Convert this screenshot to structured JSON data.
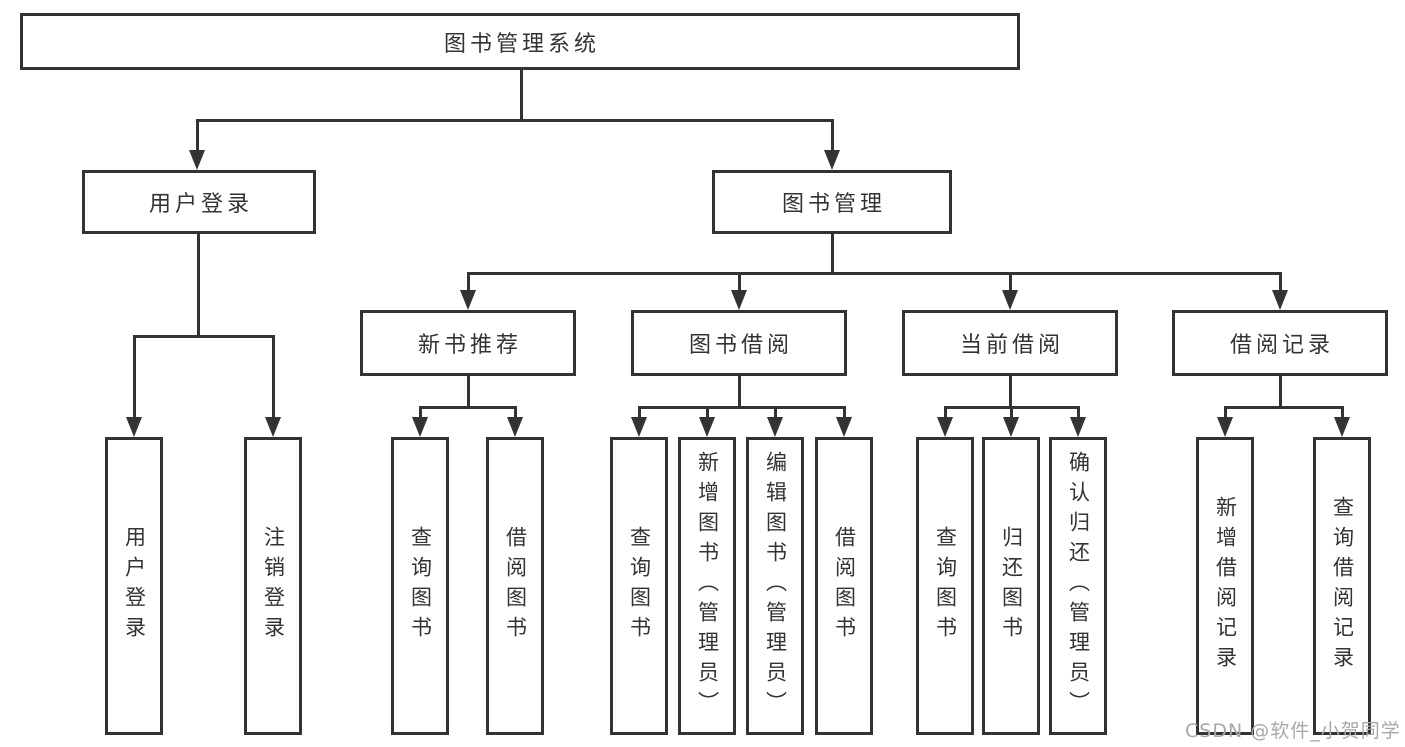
{
  "diagram": {
    "nodes": {
      "root": "图书管理系统",
      "user_login": "用户登录",
      "book_mgmt": "图书管理",
      "new_book": "新书推荐",
      "book_borrow": "图书借阅",
      "current_borrow": "当前借阅",
      "borrow_record": "借阅记录"
    },
    "leaves": {
      "user_login": [
        "用户登录",
        "注销登录"
      ],
      "new_book": [
        "查询图书",
        "借阅图书"
      ],
      "book_borrow": [
        "查询图书",
        "新增图书（管理员）",
        "编辑图书（管理员）",
        "借阅图书"
      ],
      "current_borrow": [
        "查询图书",
        "归还图书",
        "确认归还（管理员）"
      ],
      "borrow_record": [
        "新增借阅记录",
        "查询借阅记录"
      ]
    }
  },
  "watermark": "CSDN @软件_小贺同学",
  "colors": {
    "line": "#333333",
    "text": "#333333",
    "watermark": "#a8a8a8",
    "background": "#ffffff"
  }
}
